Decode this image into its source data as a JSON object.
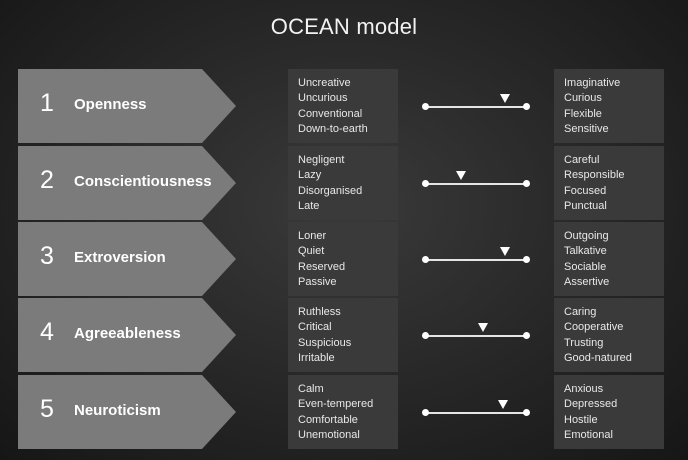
{
  "title": "OCEAN model",
  "rows": [
    {
      "number": "1",
      "trait": "Openness",
      "low": [
        "Uncreative",
        "Uncurious",
        "Conventional",
        "Down-to-earth"
      ],
      "high": [
        "Imaginative",
        "Curious",
        "Flexible",
        "Sensitive"
      ],
      "level": 0.78
    },
    {
      "number": "2",
      "trait": "Conscientiousness",
      "low": [
        "Negligent",
        "Lazy",
        "Disorganised",
        "Late"
      ],
      "high": [
        "Careful",
        "Responsible",
        "Focused",
        "Punctual"
      ],
      "level": 0.35
    },
    {
      "number": "3",
      "trait": "Extroversion",
      "low": [
        "Loner",
        "Quiet",
        "Reserved",
        "Passive"
      ],
      "high": [
        "Outgoing",
        "Talkative",
        "Sociable",
        "Assertive"
      ],
      "level": 0.78
    },
    {
      "number": "4",
      "trait": "Agreeableness",
      "low": [
        "Ruthless",
        "Critical",
        "Suspicious",
        "Irritable"
      ],
      "high": [
        "Caring",
        "Cooperative",
        "Trusting",
        "Good-natured"
      ],
      "level": 0.57
    },
    {
      "number": "5",
      "trait": "Neuroticism",
      "low": [
        "Calm",
        "Even-tempered",
        "Comfortable",
        "Unemotional"
      ],
      "high": [
        "Anxious",
        "Depressed",
        "Hostile",
        "Emotional"
      ],
      "level": 0.76
    }
  ]
}
